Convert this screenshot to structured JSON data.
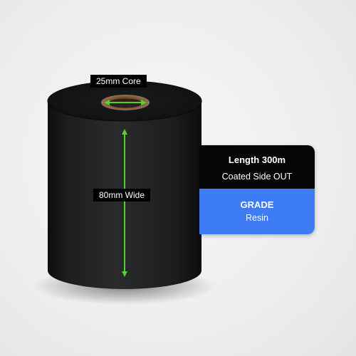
{
  "core_label": "25mm Core",
  "width_label": "80mm Wide",
  "info": {
    "length": "Length 300m",
    "coating": "Coated Side OUT",
    "grade_heading": "GRADE",
    "grade_value": "Resin"
  },
  "colors": {
    "roll": "#1e1f20",
    "arrow": "#4ed42b",
    "grade_band": "#3d7cf4",
    "card_dark": "#050505",
    "core": "#8a6545"
  }
}
